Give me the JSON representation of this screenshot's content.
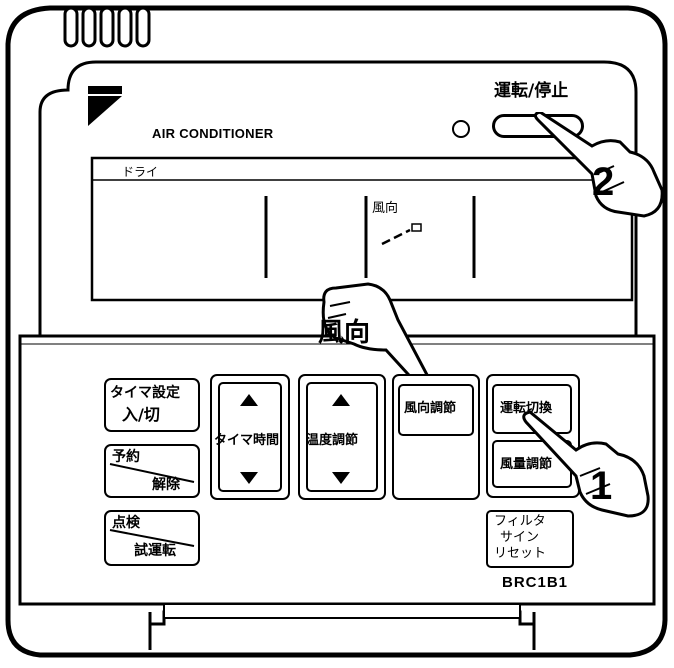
{
  "brand": {
    "label": "AIR CONDITIONER"
  },
  "power": {
    "label": "運転/停止",
    "step": "2"
  },
  "display": {
    "mode": "ドライ",
    "airflow_label": "風向"
  },
  "hand_direction": {
    "label": "風向"
  },
  "buttons": {
    "timer_set_line1": "タイマ設定",
    "timer_set_line2": "入/切",
    "reserve_top": "予約",
    "reserve_bottom": "解除",
    "inspect_top": "点検",
    "inspect_bottom": "試運転",
    "timer_time": "タイマ時間",
    "temp_adjust": "温度調節",
    "airflow_dir": "風向調節",
    "mode_switch": "運転切換",
    "fan_speed": "風量調節",
    "filter_line1": "フィルタ",
    "filter_line2": "サイン",
    "filter_line3": "リセット"
  },
  "hand_operate": {
    "step": "1"
  },
  "model": "BRC1B1"
}
